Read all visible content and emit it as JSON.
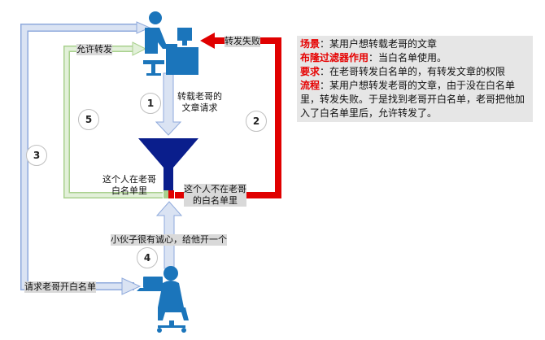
{
  "info": {
    "scene_key": "场景",
    "scene_text": "：某用户想转载老哥的文章",
    "role_key": "布隆过滤器作用",
    "role_text": "：当白名单使用。",
    "req_key": "要求",
    "req_text": "：在老哥转发白名单的，有转发文章的权限",
    "flow_key": "流程",
    "flow_text": "：某用户想转发老哥的文章，由于没在白名单里，转发失败。于是找到老哥开白名单，老哥把他加入了白名单里后，允许转发了。"
  },
  "labels": {
    "allow_forward": "允许转发",
    "forward_fail": "转发失败",
    "request_line1": "转载老哥的",
    "request_line2": "文章请求",
    "in_whitelist_line1": "这个人在老哥",
    "in_whitelist_line2": "白名单里",
    "not_in_whitelist_line1": "这个人不在老哥",
    "not_in_whitelist_line2": "的白名单里",
    "sincere": "小伙子很有诚心，给他开一个",
    "ask_whitelist": "请求老哥开白名单"
  },
  "steps": [
    "1",
    "2",
    "3",
    "4",
    "5"
  ],
  "colors": {
    "blue_arrow": "#dae3f3",
    "blue_stroke": "#8faadc",
    "green_arrow": "#e2f0d9",
    "green_stroke": "#a9d18e",
    "red_arrow": "#e00000",
    "figure_blue": "#1b75bb",
    "funnel_navy": "#0a1e8c",
    "key_red": "#e60000"
  },
  "icons": [
    "person-at-computer-icon",
    "funnel-icon",
    "person-at-laptop-icon"
  ]
}
